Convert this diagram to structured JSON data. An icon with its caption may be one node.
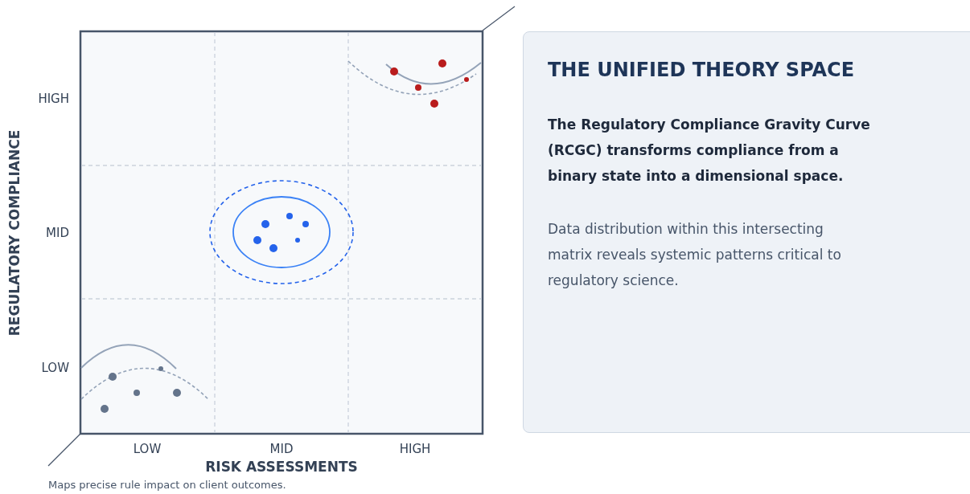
{
  "diagram": {
    "caption": "Maps precise rule impact on client outcomes.",
    "nodes": [
      {
        "text": [
          "THE UNIFIED THEORY SPACE",
          "The Regulatory Compliance Gravity Curve (RCGC) transforms compliance from a binary state into a dimensional space.",
          "Data distribution within this intersecting matrix reveals systemic patterns critical to regulatory science."
        ]
      }
    ],
    "labels": [
      "HIGH",
      "MID",
      "LOW",
      "REGULATORY COMPLIANCE",
      "LOW",
      "MID",
      "HIGH",
      "RISK ASSESSMENTS"
    ]
  }
}
